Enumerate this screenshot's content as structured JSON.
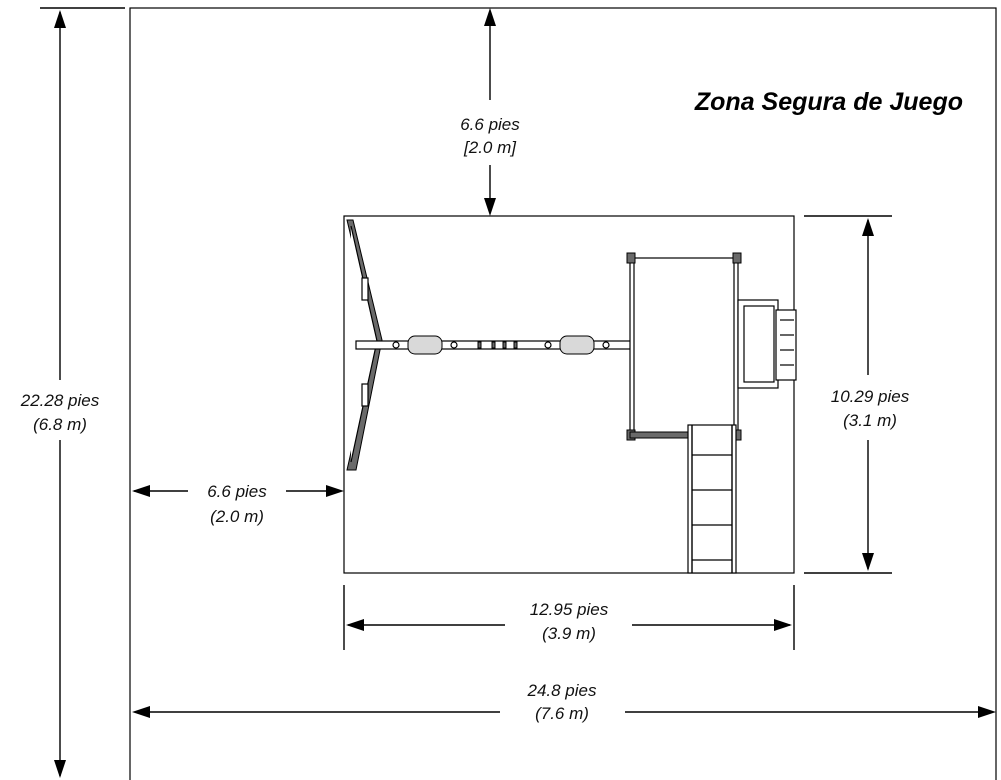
{
  "title": "Zona Segura de Juego",
  "dimensions": {
    "top_clearance": {
      "ft": "6.6 pies",
      "m": "[2.0 m]"
    },
    "left_clearance": {
      "ft": "6.6 pies",
      "m": "(2.0 m)"
    },
    "total_height": {
      "ft": "22.28 pies",
      "m": "(6.8 m)"
    },
    "structure_depth": {
      "ft": "10.29 pies",
      "m": "(3.1 m)"
    },
    "structure_width": {
      "ft": "12.95 pies",
      "m": "(3.9 m)"
    },
    "total_width": {
      "ft": "24.8 pies",
      "m": "(7.6 m)"
    }
  }
}
